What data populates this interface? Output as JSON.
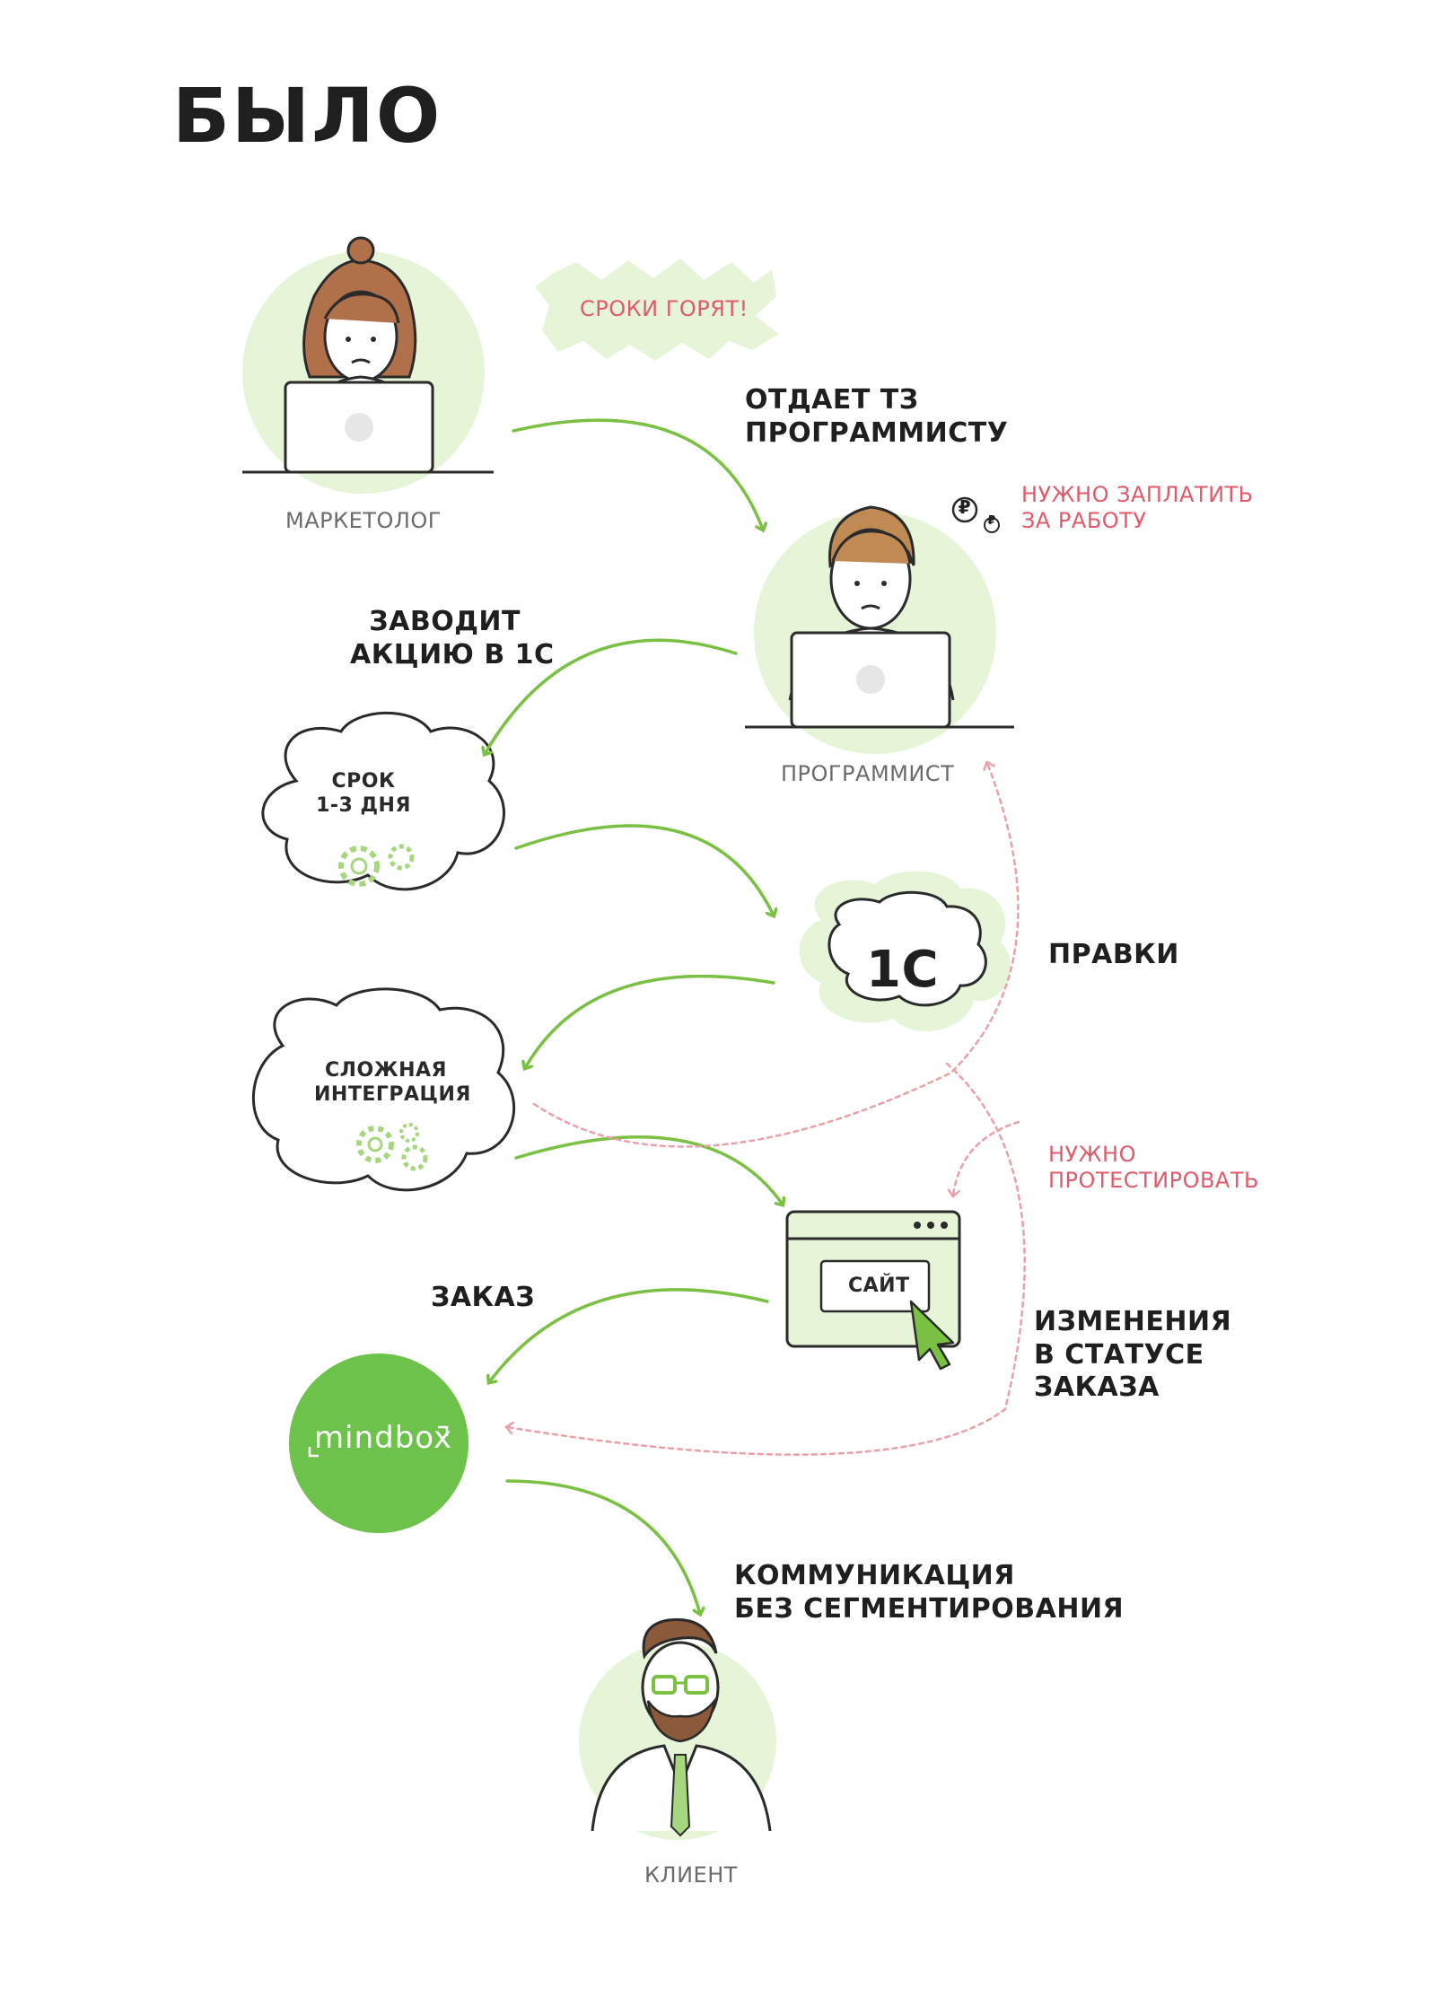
{
  "title": "БЫЛО",
  "actors": {
    "marketer": "МАРКЕТОЛОГ",
    "programmer": "ПРОГРАММИСТ",
    "client": "КЛИЕНТ"
  },
  "bubble": "СРОКИ ГОРЯТ!",
  "notes": {
    "pay": "НУЖНО ЗАПЛАТИТЬ\nЗА РАБОТУ",
    "test": "НУЖНО\nПРОТЕСТИРОВАТЬ",
    "coin_symbol": "₽"
  },
  "steps": {
    "give_spec": "ОТДАЕТ ТЗ\nПРОГРАММИСТУ",
    "enter_promo": "ЗАВОДИТ\nАКЦИЮ В 1С",
    "edits": "ПРАВКИ",
    "order": "ЗАКАЗ",
    "status_change": "ИЗМЕНЕНИЯ\nВ СТАТУСЕ\nЗАКАЗА",
    "communication": "КОММУНИКАЦИЯ\nБЕЗ СЕГМЕНТИРОВАНИЯ"
  },
  "nodes": {
    "term": "СРОК\n1-3 ДНЯ",
    "onec": "1С",
    "integration": "СЛОЖНАЯ\nИНТЕГРАЦИЯ",
    "site": "САЙТ",
    "mindbox": "mindbox"
  },
  "colors": {
    "green": "#7ac143",
    "light_green": "#e6f4d8",
    "red": "#e15a6a",
    "ink": "#2b2b2b"
  }
}
